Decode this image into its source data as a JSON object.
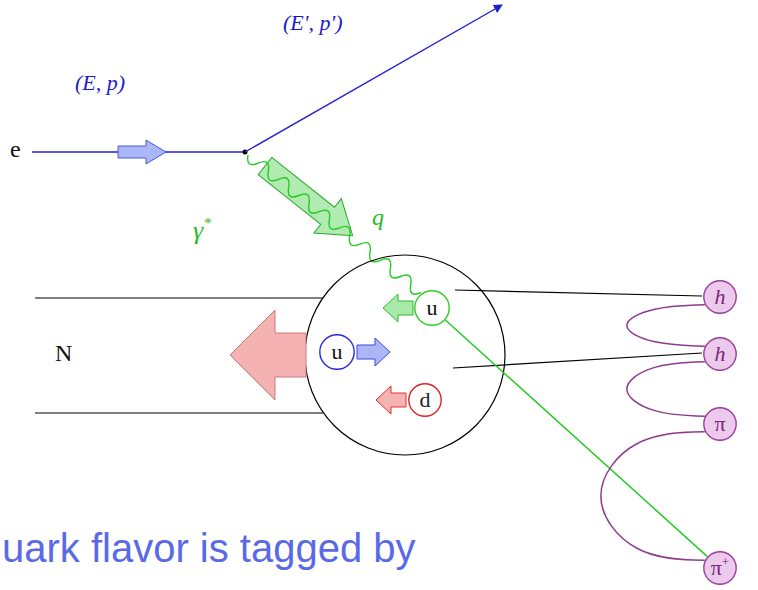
{
  "diagram": {
    "nodes": [
      {
        "text": [
          "u"
        ]
      },
      {
        "text": [
          "u"
        ]
      },
      {
        "text": [
          "d"
        ]
      },
      {
        "text": [
          "h"
        ]
      },
      {
        "text": [
          "h"
        ]
      },
      {
        "text": [
          "π"
        ]
      },
      {
        "text": [
          "π+"
        ]
      }
    ],
    "edges": [
      {
        "from": 0,
        "to": 6,
        "arrow": "none"
      },
      {
        "from": 3,
        "to": 4,
        "arrow": "none"
      },
      {
        "from": 4,
        "to": 5,
        "arrow": "none"
      },
      {
        "from": 5,
        "to": 6,
        "arrow": "none"
      }
    ],
    "labels": [
      "(E, p)",
      "e",
      "(E', p')",
      "γ*",
      "q",
      "N",
      "uark flavor is tagged by"
    ]
  }
}
